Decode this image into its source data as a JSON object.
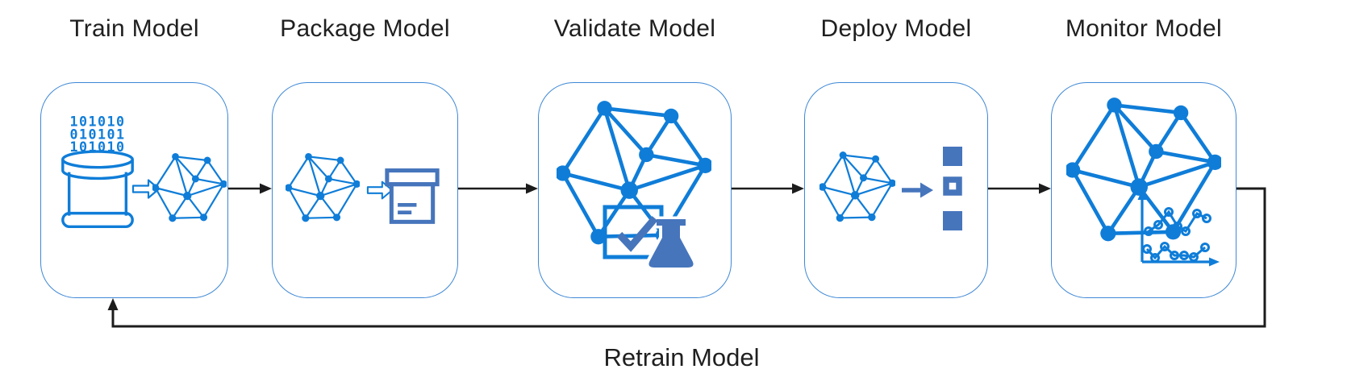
{
  "diagram": {
    "stages": [
      {
        "id": "train",
        "label": "Train Model",
        "icons": [
          "database-binary-icon",
          "open-arrow-icon",
          "network-graph-icon"
        ]
      },
      {
        "id": "package",
        "label": "Package Model",
        "icons": [
          "network-graph-icon",
          "open-arrow-icon",
          "package-box-icon"
        ]
      },
      {
        "id": "validate",
        "label": "Validate Model",
        "icons": [
          "network-graph-icon",
          "check-flask-icon"
        ]
      },
      {
        "id": "deploy",
        "label": "Deploy Model",
        "icons": [
          "network-graph-icon",
          "solid-arrow-icon",
          "stacked-squares-icon"
        ]
      },
      {
        "id": "monitor",
        "label": "Monitor Model",
        "icons": [
          "network-graph-icon",
          "line-chart-icon"
        ]
      }
    ],
    "feedback_label": "Retrain Model",
    "train_binary_rows": [
      "101010",
      "010101",
      "101010"
    ],
    "colors": {
      "icon_blue": "#0f7dd8",
      "muted_blue": "#4675bc",
      "box_border": "#3e88d5",
      "arrow_black": "#1c1c1c",
      "text_color": "#1f1f1f",
      "background": "#ffffff"
    }
  }
}
